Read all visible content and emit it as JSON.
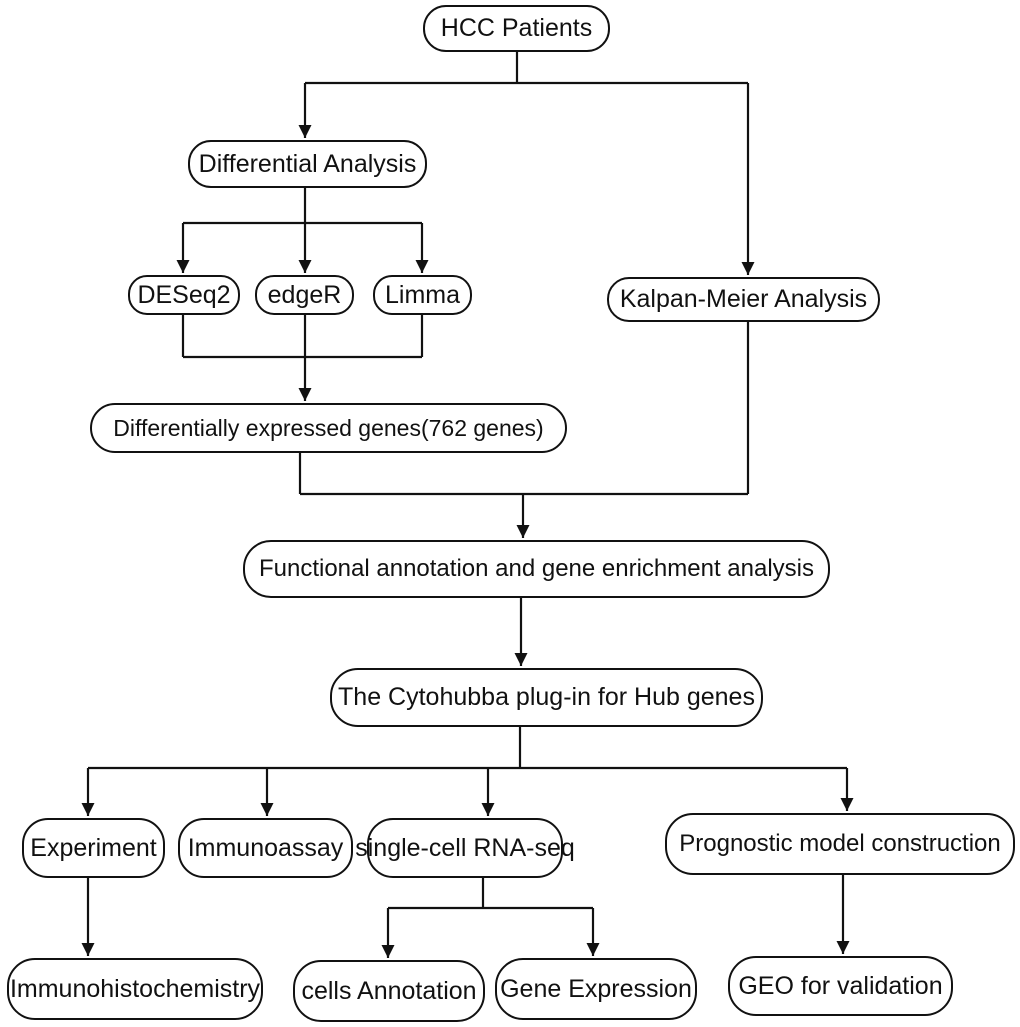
{
  "diagram": {
    "title": "HCC hub-gene identification workflow flowchart",
    "background_color": "#ffffff",
    "line_color": "#111111",
    "nodes": {
      "hcc": {
        "label": "HCC Patients"
      },
      "differential": {
        "label": "Differential Analysis"
      },
      "deseq2": {
        "label": "DESeq2"
      },
      "edger": {
        "label": "edgeR"
      },
      "limma": {
        "label": "Limma"
      },
      "km": {
        "label": "Kalpan-Meier Analysis"
      },
      "deg": {
        "label": "Differentially expressed genes(762 genes)"
      },
      "functional": {
        "label": "Functional annotation and gene enrichment analysis"
      },
      "cytohubba": {
        "label": "The Cytohubba plug-in for Hub genes"
      },
      "experiment": {
        "label": "Experiment"
      },
      "immunoassay": {
        "label": "Immunoassay"
      },
      "scrna": {
        "label": "single-cell RNA-seq"
      },
      "prognostic": {
        "label": "Prognostic model construction"
      },
      "ihc": {
        "label": "Immunohistochemistry"
      },
      "cells_annotation": {
        "label": "cells Annotation"
      },
      "gene_expression": {
        "label": "Gene Expression"
      },
      "geo": {
        "label": "GEO for validation"
      }
    },
    "edges": [
      {
        "from": "HCC Patients",
        "to": "Differential Analysis"
      },
      {
        "from": "HCC Patients",
        "to": "Kalpan-Meier Analysis"
      },
      {
        "from": "Differential Analysis",
        "to": "DESeq2"
      },
      {
        "from": "Differential Analysis",
        "to": "edgeR"
      },
      {
        "from": "Differential Analysis",
        "to": "Limma"
      },
      {
        "from": "DESeq2",
        "to": "Differentially expressed genes(762 genes)"
      },
      {
        "from": "edgeR",
        "to": "Differentially expressed genes(762 genes)"
      },
      {
        "from": "Limma",
        "to": "Differentially expressed genes(762 genes)"
      },
      {
        "from": "Differentially expressed genes(762 genes)",
        "to": "Functional annotation and gene enrichment analysis"
      },
      {
        "from": "Kalpan-Meier Analysis",
        "to": "Functional annotation and gene enrichment analysis"
      },
      {
        "from": "Functional annotation and gene enrichment analysis",
        "to": "The Cytohubba plug-in for Hub genes"
      },
      {
        "from": "The Cytohubba plug-in for Hub genes",
        "to": "Experiment"
      },
      {
        "from": "The Cytohubba plug-in for Hub genes",
        "to": "Immunoassay"
      },
      {
        "from": "The Cytohubba plug-in for Hub genes",
        "to": "single-cell RNA-seq"
      },
      {
        "from": "The Cytohubba plug-in for Hub genes",
        "to": "Prognostic model construction"
      },
      {
        "from": "Experiment",
        "to": "Immunohistochemistry"
      },
      {
        "from": "single-cell RNA-seq",
        "to": "cells Annotation"
      },
      {
        "from": "single-cell RNA-seq",
        "to": "Gene Expression"
      },
      {
        "from": "Prognostic model construction",
        "to": "GEO for validation"
      }
    ]
  }
}
